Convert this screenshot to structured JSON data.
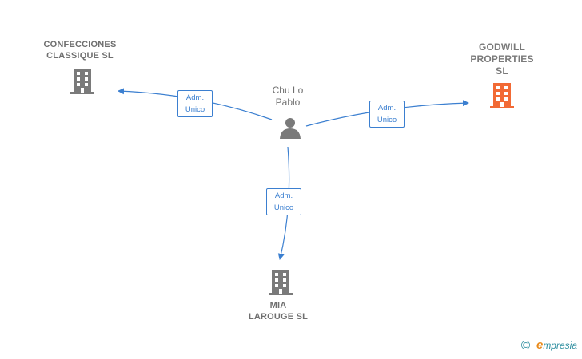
{
  "colors": {
    "edge": "#3b7fd0",
    "company_icon": "#7a7a7a",
    "company_icon_highlight": "#f26a35",
    "person_icon": "#7a7a7a",
    "brand_teal": "#2f8fa0",
    "brand_orange": "#e98a1b"
  },
  "nodes": {
    "person": {
      "label": "Chu Lo\nPablo",
      "icon": "person-icon"
    },
    "confecciones": {
      "label": "CONFECCIONES\nCLASSIQUE  SL",
      "icon": "building-icon"
    },
    "godwill": {
      "label": "GODWILL\nPROPERTIES\nSL",
      "icon": "building-icon"
    },
    "mia": {
      "label": "MIA\nLAROUGE SL",
      "icon": "building-icon"
    }
  },
  "edges": [
    {
      "from": "person",
      "to": "confecciones",
      "label": "Adm.\nUnico"
    },
    {
      "from": "person",
      "to": "godwill",
      "label": "Adm.\nUnico"
    },
    {
      "from": "person",
      "to": "mia",
      "label": "Adm.\nUnico"
    }
  ],
  "footer": {
    "copyright_symbol": "©",
    "brand_initial": "e",
    "brand_rest": "mpresia"
  }
}
